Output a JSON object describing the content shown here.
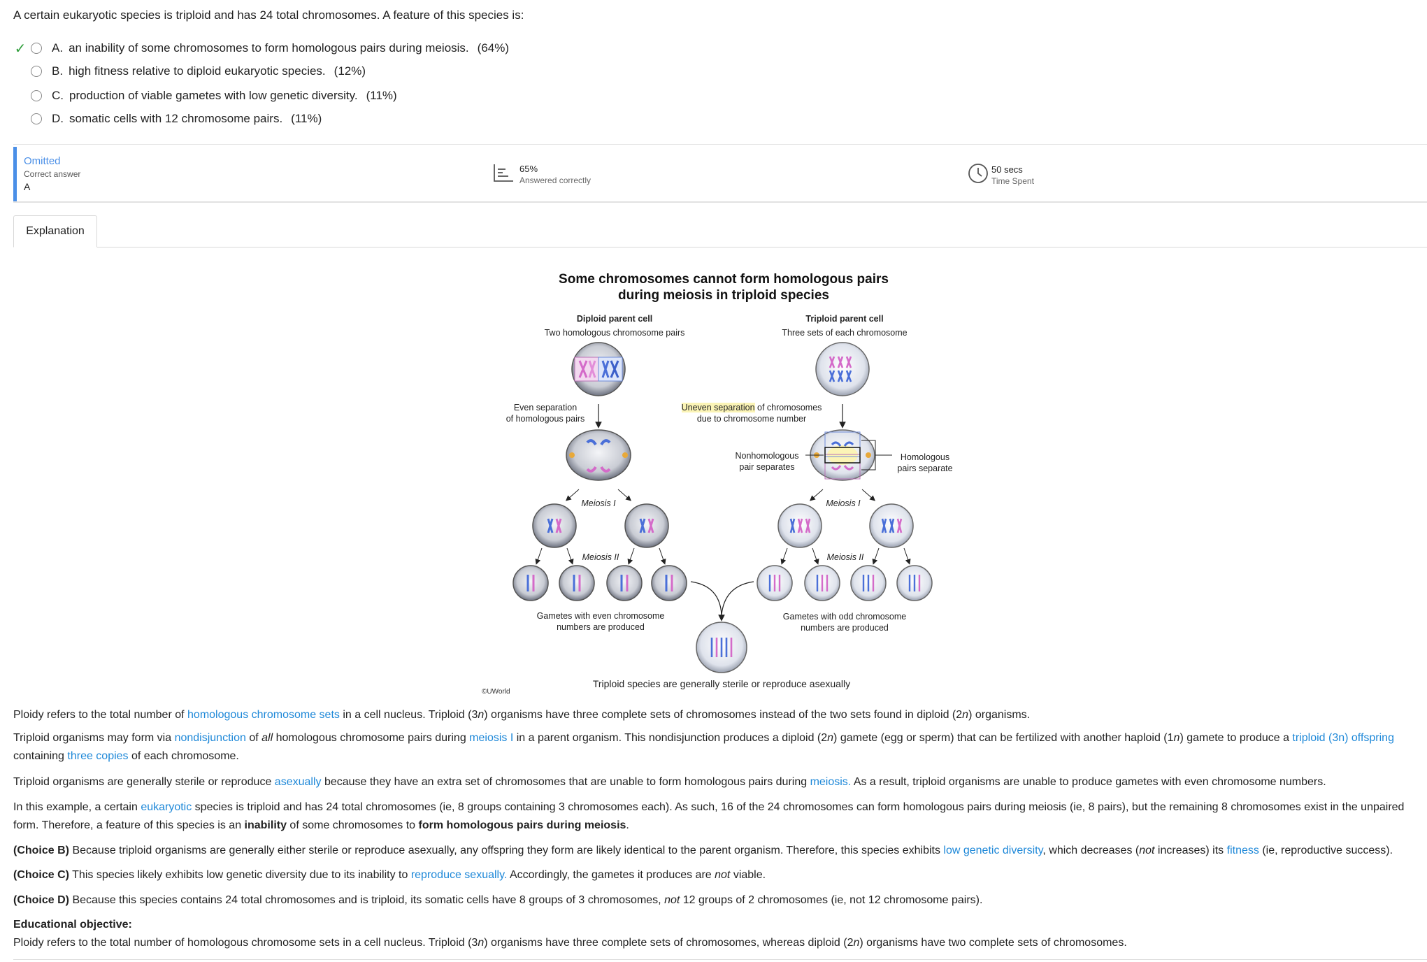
{
  "question": {
    "stem": "A certain eukaryotic species is triploid and has 24 total chromosomes.  A feature of this species is:",
    "options": [
      {
        "letter": "A.",
        "text": "an inability of some chromosomes to form homologous pairs during meiosis.",
        "pct": "(64%)",
        "correct": true
      },
      {
        "letter": "B.",
        "text": "high fitness relative to diploid eukaryotic species.",
        "pct": "(12%)",
        "correct": false
      },
      {
        "letter": "C.",
        "text": "production of viable gametes with low genetic diversity.",
        "pct": "(11%)",
        "correct": false
      },
      {
        "letter": "D.",
        "text": "somatic cells with 12 chromosome pairs.",
        "pct": "(11%)",
        "correct": false
      }
    ]
  },
  "stats": {
    "status": "Omitted",
    "correct_answer_label": "Correct answer",
    "correct_answer": "A",
    "percent": "65%",
    "percent_label": "Answered correctly",
    "time": "50 secs",
    "time_label": "Time Spent"
  },
  "tabs": {
    "explanation": "Explanation"
  },
  "figure": {
    "title_line1": "Some chromosomes cannot form homologous pairs",
    "title_line2": "during meiosis in triploid species",
    "diploid_head": "Diploid parent cell",
    "diploid_sub": "Two homologous chromosome pairs",
    "triploid_head": "Triploid parent cell",
    "triploid_sub": "Three sets of each chromosome",
    "even_sep_1": "Even separation",
    "even_sep_2": "of homologous pairs",
    "uneven_hl": "Uneven separation",
    "uneven_rest": " of chromosomes",
    "uneven_2": "due to chromosome number",
    "nonhom_1": "Nonhomologous",
    "nonhom_2": "pair separates",
    "hom_1": "Homologous",
    "hom_2": "pairs separate",
    "meiosis1": "Meiosis I",
    "meiosis2": "Meiosis II",
    "gam_even_1": "Gametes with even chromosome",
    "gam_even_2": "numbers are produced",
    "gam_odd_1": "Gametes with odd chromosome",
    "gam_odd_2": "numbers are produced",
    "caption": "Triploid species are generally sterile or reproduce asexually",
    "copyright": "©UWorld"
  },
  "explanation": {
    "p1": [
      "Ploidy refers to the total number of ",
      "homologous chromosome sets",
      " in a cell nucleus.  Triploid (3",
      "n",
      ") organisms have three complete sets of chromosomes instead of the two sets found in diploid (2",
      "n",
      ") organisms."
    ],
    "p2": [
      "Triploid organisms may form via ",
      "nondisjunction",
      " of ",
      "all",
      " homologous chromosome pairs during ",
      "meiosis I",
      " in a parent organism.  This nondisjunction produces a diploid (2",
      "n",
      ") gamete (egg or sperm) that can be fertilized with another haploid (1",
      "n",
      ") gamete to produce a ",
      "triploid (3n) offspring",
      " containing ",
      "three copies",
      " of each chromosome."
    ],
    "p3": [
      "Triploid organisms are generally sterile or reproduce ",
      "asexually",
      " because they have an extra set of chromosomes that are unable to form homologous pairs during ",
      "meiosis.",
      "  As a result, triploid organisms are unable to produce gametes with even chromosome numbers."
    ],
    "p4": [
      "In this example, a certain ",
      "eukaryotic",
      " species is triploid and has 24 total chromosomes (ie, 8 groups containing 3 chromosomes each).  As such, 16 of the 24 chromosomes can form homologous pairs during meiosis (ie, 8 pairs), but the remaining 8 chromosomes exist in the unpaired form.  Therefore, a feature of this species is an ",
      "inability",
      " of some chromosomes to ",
      "form homologous pairs during meiosis",
      "."
    ],
    "pB": [
      "(Choice B)",
      "  Because triploid organisms are generally either sterile or reproduce asexually, any offspring they form are likely identical to the parent organism.  Therefore, this species exhibits ",
      "low genetic diversity",
      ", which decreases (",
      "not",
      " increases) its ",
      "fitness",
      " (ie, reproductive success)."
    ],
    "pC": [
      "(Choice C)",
      "  This species likely exhibits low genetic diversity due to its inability to ",
      "reproduce sexually.",
      "  Accordingly, the gametes it produces are ",
      "not",
      " viable."
    ],
    "pD": [
      "(Choice D)",
      "  Because this species contains 24 total chromosomes and is triploid, its somatic cells have 8 groups of 3 chromosomes, ",
      "not",
      " 12 groups of 2 chromosomes (ie, not 12 chromosome pairs)."
    ],
    "objective_title": "Educational objective:",
    "objective": [
      "Ploidy refers to the total number of homologous chromosome sets in a cell nucleus.  Triploid (3",
      "n",
      ") organisms have three complete sets of chromosomes, whereas diploid (2",
      "n",
      ") organisms have two complete sets of chromosomes."
    ]
  },
  "colors": {
    "link": "#1e88d8",
    "correct": "#2e9d3a",
    "status_bar": "#4a8fe7",
    "highlight": "#fbf4b6"
  }
}
